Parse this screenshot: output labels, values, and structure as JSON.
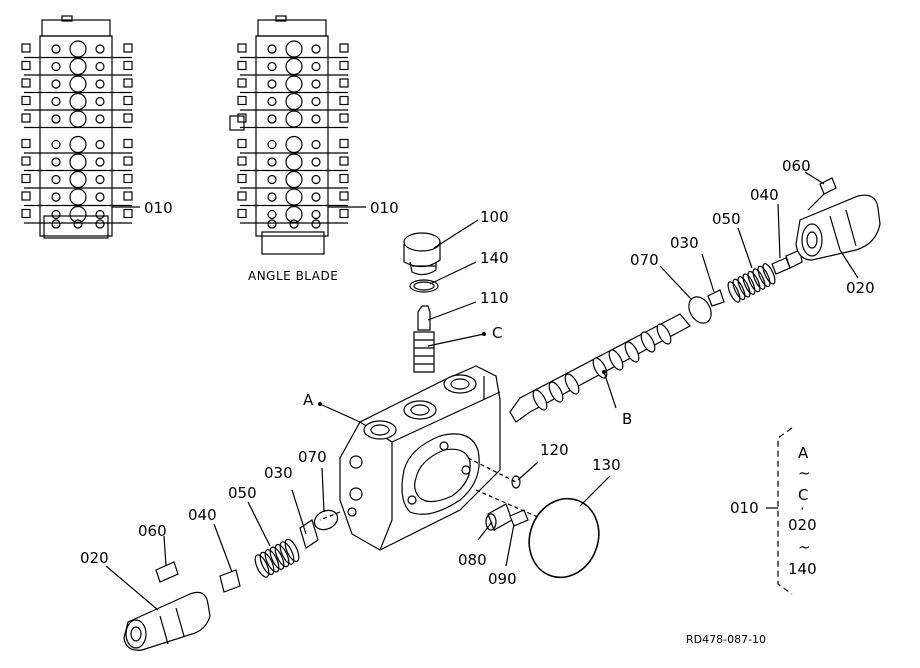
{
  "labels": {
    "p010_left": "010",
    "p010_right": "010",
    "p010_legend": "010",
    "angle_blade": "ANGLE BLADE",
    "p100": "100",
    "p140": "140",
    "p110": "110",
    "pC": "C",
    "pA": "A",
    "pB": "B",
    "p060_top": "060",
    "p040_top": "040",
    "p050_top": "050",
    "p030_top": "030",
    "p070_top": "070",
    "p020_top": "020",
    "p120": "120",
    "p130": "130",
    "p080": "080",
    "p090": "090",
    "p070_bot": "070",
    "p030_bot": "030",
    "p050_bot": "050",
    "p040_bot": "040",
    "p060_bot": "060",
    "p020_bot": "020",
    "leg_A": "A",
    "leg_tilde1": "~",
    "leg_C": "C",
    "leg_dot": "·",
    "leg_020": "020",
    "leg_tilde2": "~",
    "leg_140": "140",
    "ref": "RD478-087-10"
  }
}
